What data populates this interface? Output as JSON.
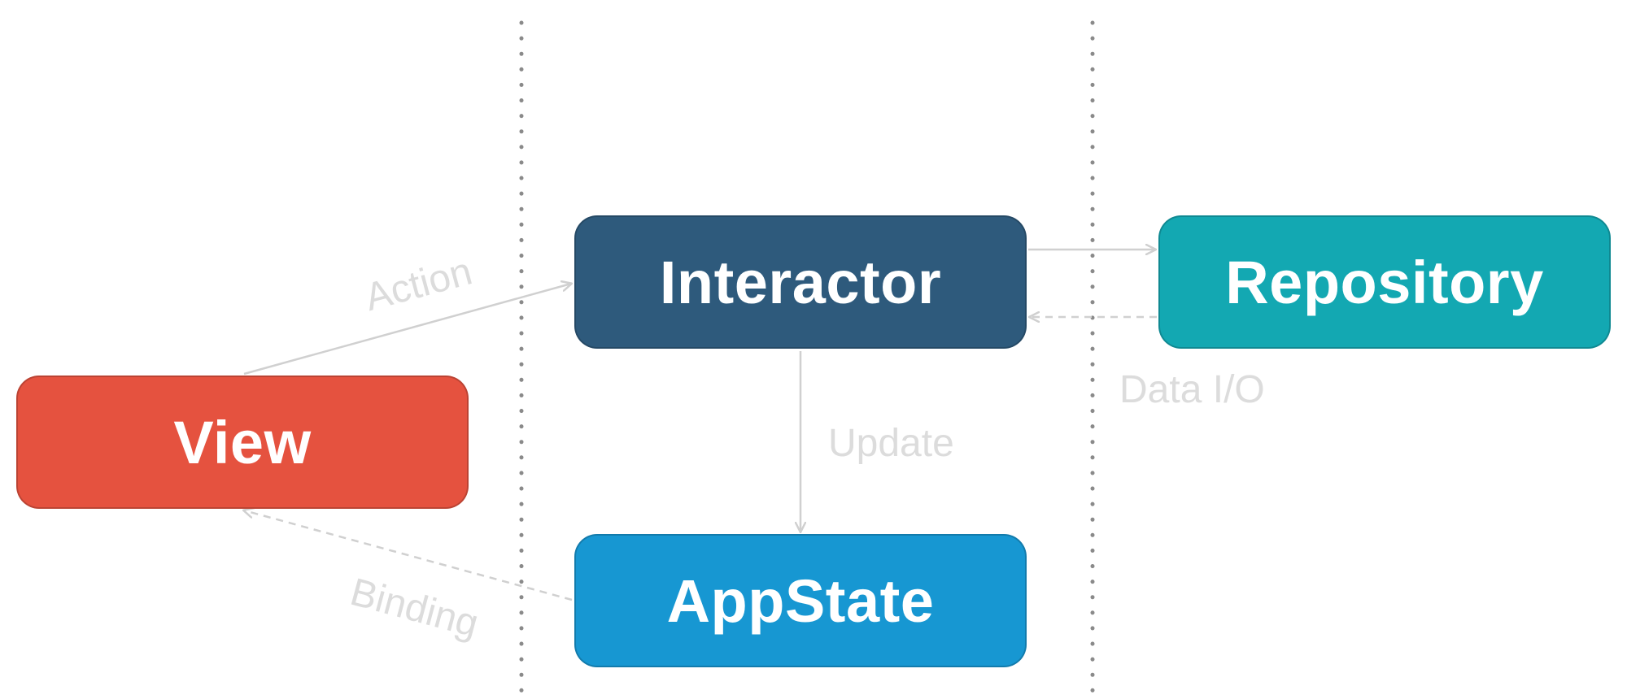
{
  "colors": {
    "view": "#E5523F",
    "interactor": "#2E5A7C",
    "repository": "#13A8B2",
    "appstate": "#1797D2",
    "connector": "#d0d0d0",
    "label": "#dcdcdc",
    "divider": "#8a8a8a"
  },
  "nodes": {
    "view": {
      "label": "View"
    },
    "interactor": {
      "label": "Interactor"
    },
    "repository": {
      "label": "Repository"
    },
    "appstate": {
      "label": "AppState"
    }
  },
  "edges": [
    {
      "id": "action",
      "from": "view",
      "to": "interactor",
      "label": "Action",
      "style": "solid"
    },
    {
      "id": "update",
      "from": "interactor",
      "to": "appstate",
      "label": "Update",
      "style": "solid"
    },
    {
      "id": "binding",
      "from": "appstate",
      "to": "view",
      "label": "Binding",
      "style": "dashed"
    },
    {
      "id": "to-repo",
      "from": "interactor",
      "to": "repository",
      "label": "",
      "style": "solid"
    },
    {
      "id": "data-io",
      "from": "repository",
      "to": "interactor",
      "label": "Data I/O",
      "style": "dashed"
    }
  ]
}
